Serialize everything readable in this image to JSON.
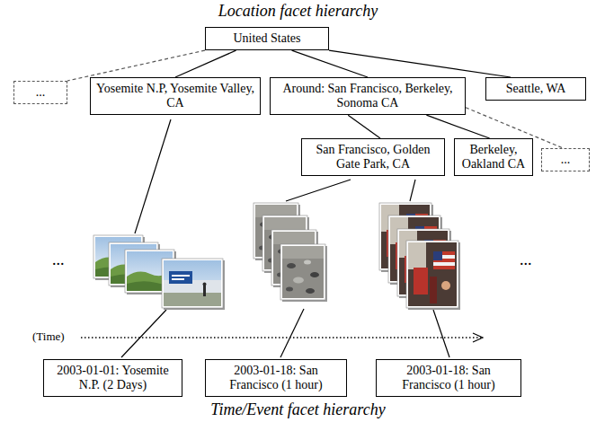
{
  "diagram": {
    "title": "Location facet hierarchy",
    "caption": "Time/Event facet hierarchy",
    "nodes": [
      {
        "text": [
          "United States"
        ]
      },
      {
        "text": [
          "..."
        ]
      },
      {
        "text": [
          "Yosemite N.P, Yosemite Valley, CA"
        ]
      },
      {
        "text": [
          "Around: San Francisco, Berkeley, Sonoma CA"
        ]
      },
      {
        "text": [
          "Seattle, WA"
        ]
      },
      {
        "text": [
          "San Francisco, Golden Gate Park, CA"
        ]
      },
      {
        "text": [
          "Berkeley, Oakland CA"
        ]
      },
      {
        "text": [
          "..."
        ]
      },
      {
        "text": [
          "2003-01-01: Yosemite N.P. (2 Days)"
        ]
      },
      {
        "text": [
          "2003-01-18: San Francisco (1 hour)"
        ]
      },
      {
        "text": [
          "2003-01-18: San Francisco (1 hour)"
        ]
      }
    ],
    "edges": [
      {
        "from": 0,
        "to": 1,
        "arrow": "none"
      },
      {
        "from": 0,
        "to": 2,
        "arrow": "none"
      },
      {
        "from": 0,
        "to": 3,
        "arrow": "none"
      },
      {
        "from": 0,
        "to": 4,
        "arrow": "none"
      },
      {
        "from": 3,
        "to": 5,
        "arrow": "none"
      },
      {
        "from": 3,
        "to": 6,
        "arrow": "none"
      },
      {
        "from": 3,
        "to": 7,
        "arrow": "none"
      }
    ],
    "labels": [
      "...",
      "...",
      "(Time)"
    ]
  }
}
